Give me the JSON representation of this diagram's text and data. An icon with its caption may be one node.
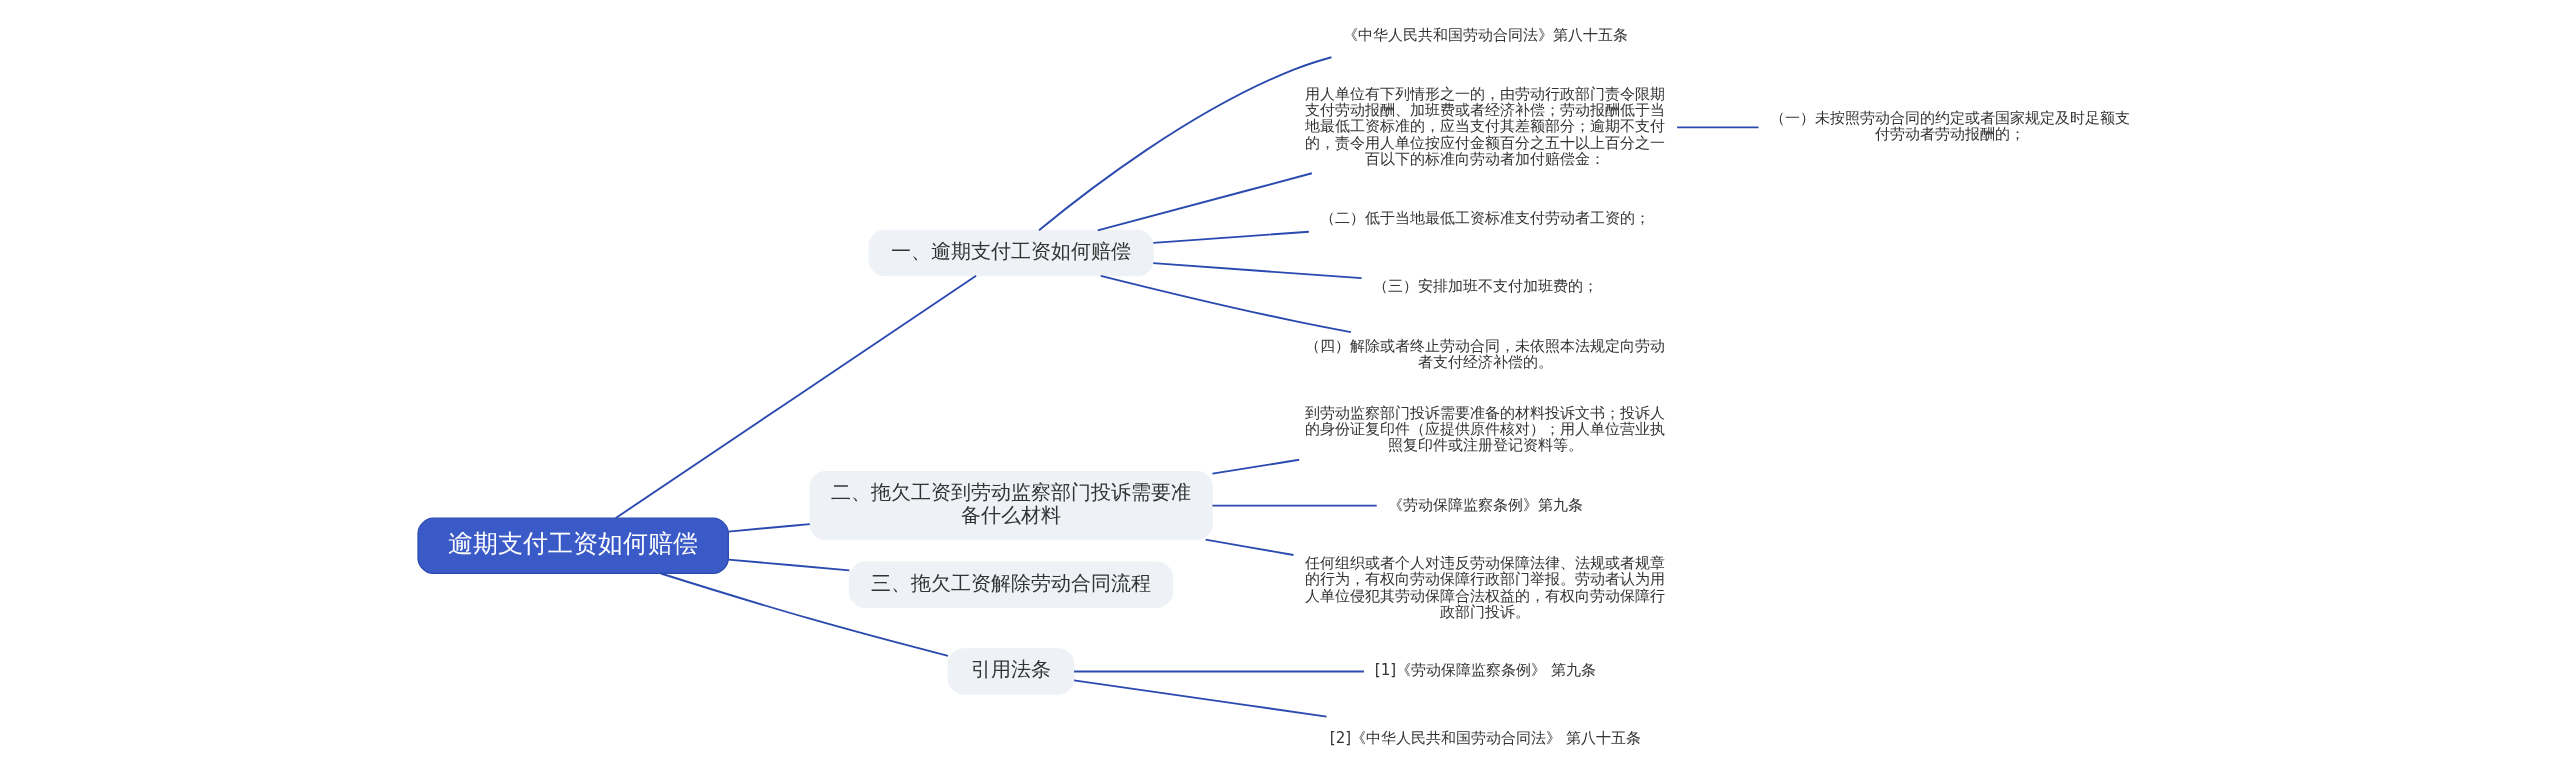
{
  "diagram": {
    "nodes": [
      {
        "text": [
          "逾期支付工资如何赔偿"
        ]
      },
      {
        "text": [
          "一、逾期支付工资如何赔偿"
        ]
      },
      {
        "text": [
          "《中华人民共和国劳动合同法》第八十五条"
        ]
      },
      {
        "text": [
          "用人单位有下列情形之一的，由劳动行政部门责令限期支付劳动报酬、加班费或者经济补偿；劳动报酬低于当地最低工资标准的，应当支付其差额部分；逾期不支付的，责令用人单位按应付金额百分之五十以上百分之一百以下的标准向劳动者加付赔偿金："
        ]
      },
      {
        "text": [
          "（一）未按照劳动合同的约定或者国家规定及时足额支付劳动者劳动报酬的；"
        ]
      },
      {
        "text": [
          "（二）低于当地最低工资标准支付劳动者工资的；"
        ]
      },
      {
        "text": [
          "（三）安排加班不支付加班费的；"
        ]
      },
      {
        "text": [
          "（四）解除或者终止劳动合同，未依照本法规定向劳动者支付经济补偿的。"
        ]
      },
      {
        "text": [
          "二、拖欠工资到劳动监察部门投诉需要准备什么材料"
        ]
      },
      {
        "text": [
          "到劳动监察部门投诉需要准备的材料投诉文书；投诉人的身份证复印件（应提供原件核对）；用人单位营业执照复印件或注册登记资料等。"
        ]
      },
      {
        "text": [
          "《劳动保障监察条例》第九条"
        ]
      },
      {
        "text": [
          "任何组织或者个人对违反劳动保障法律、法规或者规章的行为，有权向劳动保障行政部门举报。劳动者认为用人单位侵犯其劳动保障合法权益的，有权向劳动保障行政部门投诉。"
        ]
      },
      {
        "text": [
          "三、拖欠工资解除劳动合同流程"
        ]
      },
      {
        "text": [
          "引用法条"
        ]
      },
      {
        "text": [
          "[1]《劳动保障监察条例》 第九条"
        ]
      },
      {
        "text": [
          "[2]《中华人民共和国劳动合同法》 第八十五条"
        ]
      }
    ],
    "edges": [
      {
        "from": 0,
        "to": 1,
        "arrow": "none"
      },
      {
        "from": 1,
        "to": 2,
        "arrow": "none"
      },
      {
        "from": 1,
        "to": 3,
        "arrow": "none"
      },
      {
        "from": 3,
        "to": 4,
        "arrow": "none"
      },
      {
        "from": 1,
        "to": 5,
        "arrow": "none"
      },
      {
        "from": 1,
        "to": 6,
        "arrow": "none"
      },
      {
        "from": 1,
        "to": 7,
        "arrow": "none"
      },
      {
        "from": 0,
        "to": 8,
        "arrow": "none"
      },
      {
        "from": 8,
        "to": 9,
        "arrow": "none"
      },
      {
        "from": 8,
        "to": 10,
        "arrow": "none"
      },
      {
        "from": 8,
        "to": 11,
        "arrow": "none"
      },
      {
        "from": 0,
        "to": 12,
        "arrow": "none"
      },
      {
        "from": 0,
        "to": 13,
        "arrow": "none"
      },
      {
        "from": 13,
        "to": 14,
        "arrow": "none"
      },
      {
        "from": 13,
        "to": 15,
        "arrow": "none"
      }
    ]
  }
}
